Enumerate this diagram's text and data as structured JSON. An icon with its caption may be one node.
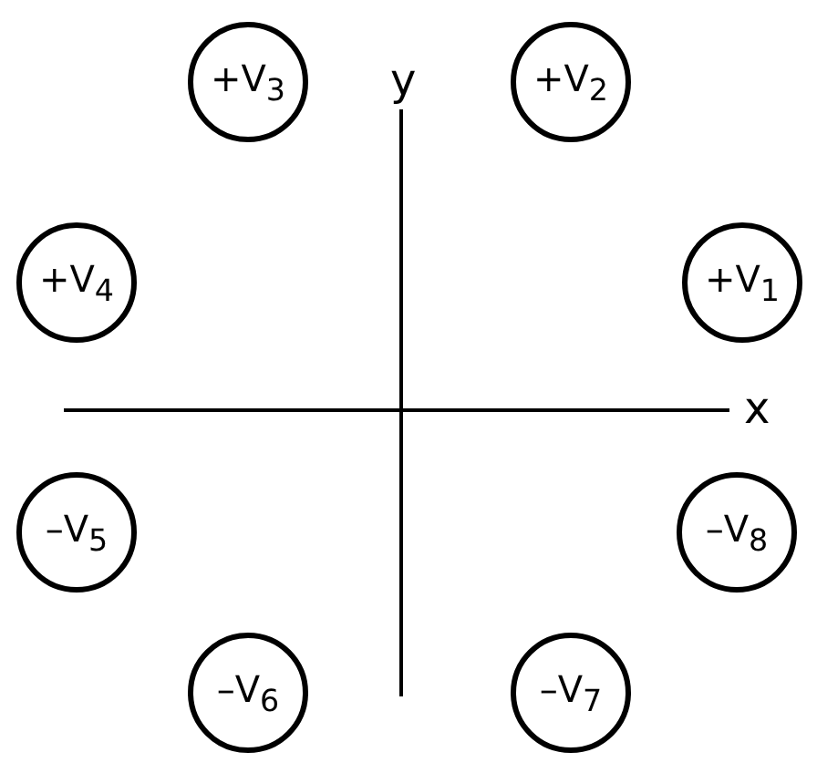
{
  "diagram": {
    "nodes": [
      {
        "text": [
          "+V$_{3}$"
        ]
      },
      {
        "text": [
          "+V$_{2}$"
        ]
      },
      {
        "text": [
          "+V$_{4}$"
        ]
      },
      {
        "text": [
          "+V$_{1}$"
        ]
      },
      {
        "text": [
          "–V$_{5}$"
        ]
      },
      {
        "text": [
          "–V$_{8}$"
        ]
      },
      {
        "text": [
          "–V$_{6}$"
        ]
      },
      {
        "text": [
          "–V$_{7}$"
        ]
      }
    ],
    "edges": [],
    "labels": [
      "y",
      "x"
    ]
  }
}
